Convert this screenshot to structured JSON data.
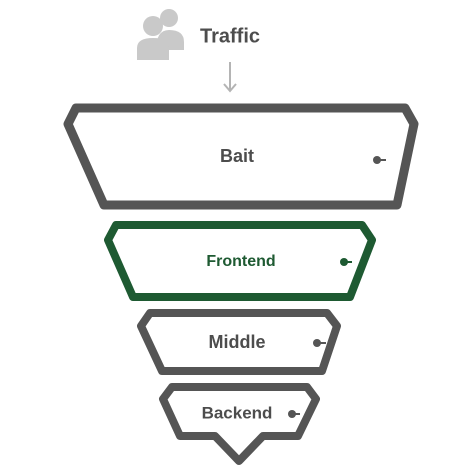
{
  "header": {
    "traffic_label": "Traffic",
    "traffic_icon": "users-icon"
  },
  "funnel": {
    "stages": [
      {
        "label": "Bait",
        "color": "#555555"
      },
      {
        "label": "Frontend",
        "color": "#1e5a32"
      },
      {
        "label": "Middle",
        "color": "#555555"
      },
      {
        "label": "Backend",
        "color": "#555555"
      }
    ]
  },
  "colors": {
    "icon": "#c9c9c9",
    "arrow": "#b4b4b4",
    "stage_default": "#555555",
    "stage_highlight": "#1e5a32"
  }
}
